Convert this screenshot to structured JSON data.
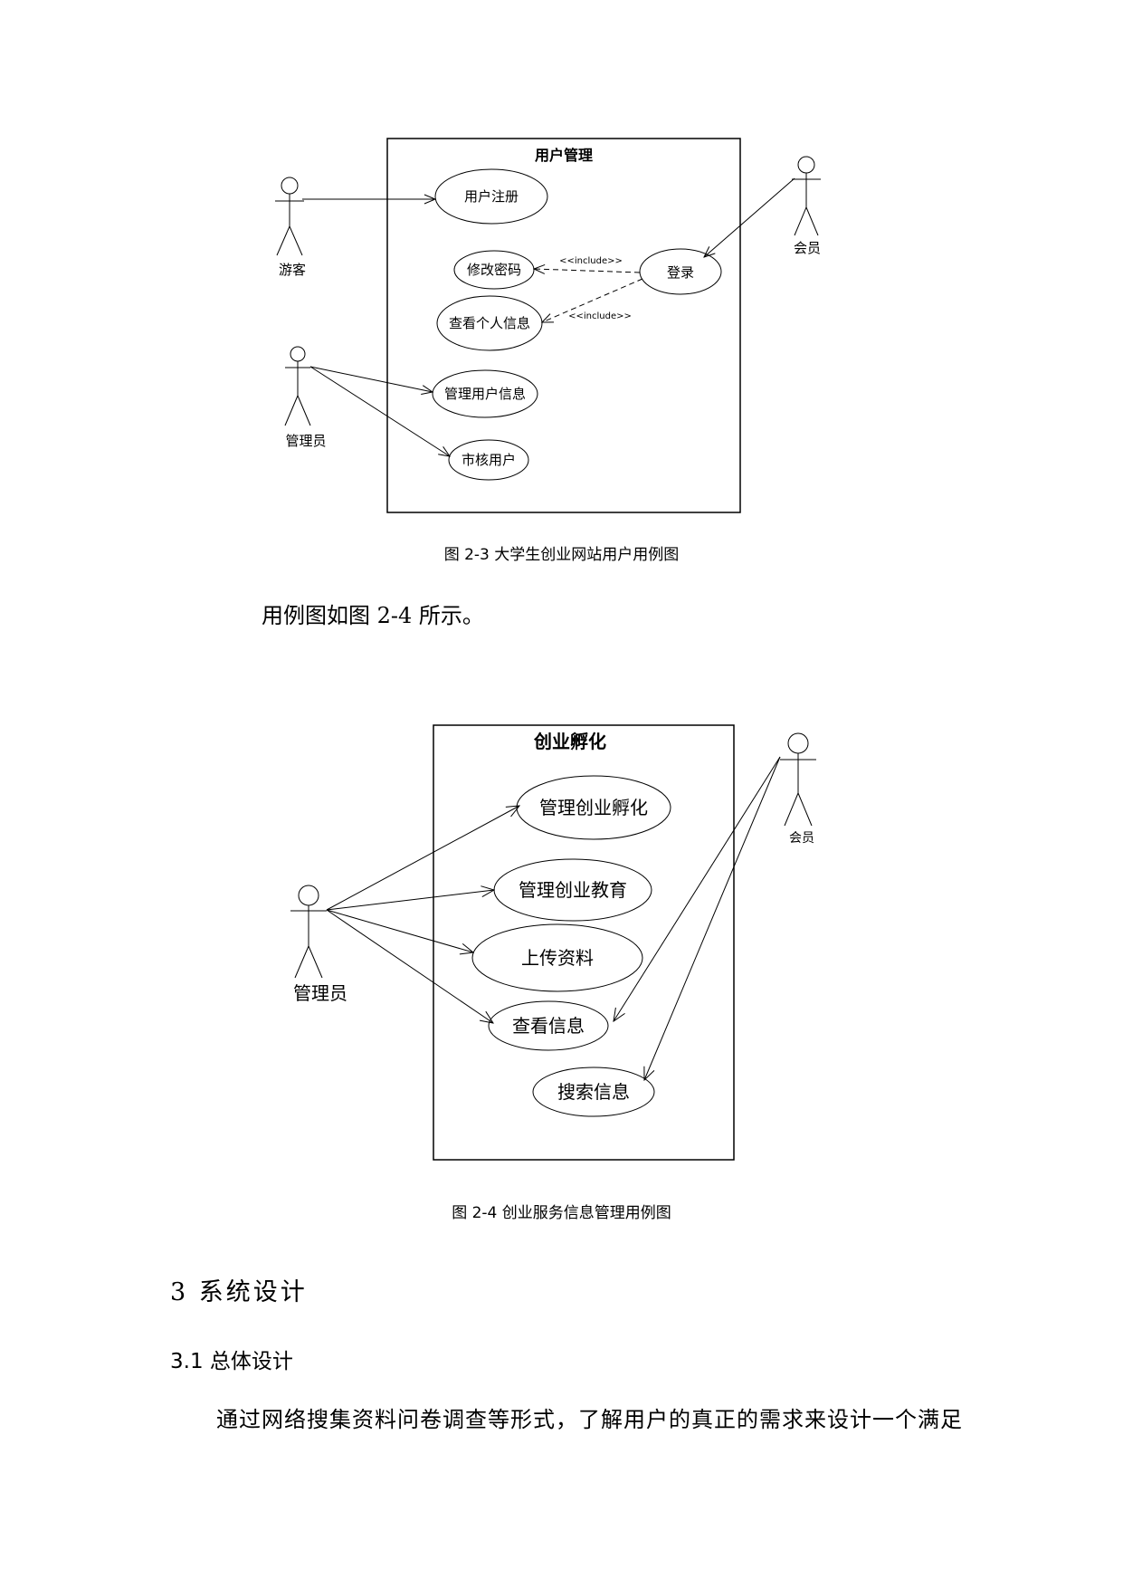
{
  "fig23": {
    "boundary_title": "用户管理",
    "actors": {
      "visitor": "游客",
      "member": "会员",
      "admin": "管理员"
    },
    "usecases": {
      "register": "用户注册",
      "change_password": "修改密码",
      "login": "登录",
      "view_profile": "查看个人信息",
      "manage_users": "管理用户信息",
      "review_users": "市核用户"
    },
    "include_label_1": "<<include>>",
    "include_label_2": "<<include>>",
    "caption": "图 2-3 大学生创业网站用户用例图"
  },
  "intro_text": "用例图如图 2-4 所示。",
  "fig24": {
    "boundary_title": "创业孵化",
    "actors": {
      "admin": "管理员",
      "member": "会员"
    },
    "usecases": {
      "manage_incubation": "管理创业孵化",
      "manage_education": "管理创业教育",
      "upload_materials": "上传资料",
      "view_info": "查看信息",
      "search_info": "搜索信息"
    },
    "caption": "图 2-4 创业服务信息管理用例图"
  },
  "section3_heading": "3 系统设计",
  "section31_heading": "3.1 总体设计",
  "body_text": "通过网络搜集资料问卷调查等形式，了解用户的真正的需求来设计一个满足"
}
